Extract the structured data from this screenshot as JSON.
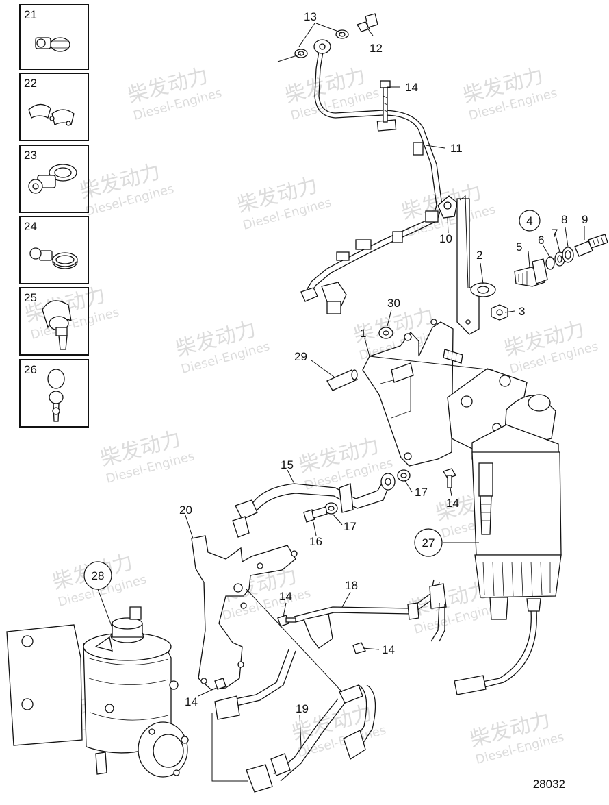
{
  "diagram": {
    "drawing_number": "28032",
    "watermark": {
      "brand_cn": "柴发动力",
      "brand_en": "Diesel-Engines"
    },
    "inset_boxes": [
      {
        "id": "box-21",
        "number": "21"
      },
      {
        "id": "box-22",
        "number": "22"
      },
      {
        "id": "box-23",
        "number": "23"
      },
      {
        "id": "box-24",
        "number": "24"
      },
      {
        "id": "box-25",
        "number": "25"
      },
      {
        "id": "box-26",
        "number": "26"
      }
    ],
    "callouts": [
      {
        "id": "c13",
        "label": "13"
      },
      {
        "id": "c12",
        "label": "12"
      },
      {
        "id": "c14a",
        "label": "14"
      },
      {
        "id": "c11",
        "label": "11"
      },
      {
        "id": "c10",
        "label": "10"
      },
      {
        "id": "c4",
        "label": "4",
        "circled": true
      },
      {
        "id": "c8",
        "label": "8"
      },
      {
        "id": "c9",
        "label": "9"
      },
      {
        "id": "c7",
        "label": "7"
      },
      {
        "id": "c6",
        "label": "6"
      },
      {
        "id": "c5",
        "label": "5"
      },
      {
        "id": "c2",
        "label": "2"
      },
      {
        "id": "c3",
        "label": "3"
      },
      {
        "id": "c30",
        "label": "30"
      },
      {
        "id": "c1",
        "label": "1"
      },
      {
        "id": "c29",
        "label": "29"
      },
      {
        "id": "c15",
        "label": "15"
      },
      {
        "id": "c17a",
        "label": "17"
      },
      {
        "id": "c14b",
        "label": "14"
      },
      {
        "id": "c17b",
        "label": "17"
      },
      {
        "id": "c16",
        "label": "16"
      },
      {
        "id": "c20",
        "label": "20"
      },
      {
        "id": "c27",
        "label": "27",
        "circled": true
      },
      {
        "id": "c28",
        "label": "28",
        "circled": true
      },
      {
        "id": "c18",
        "label": "18"
      },
      {
        "id": "c14c",
        "label": "14"
      },
      {
        "id": "c14d",
        "label": "14"
      },
      {
        "id": "c14e",
        "label": "14"
      },
      {
        "id": "c19",
        "label": "19"
      }
    ]
  }
}
